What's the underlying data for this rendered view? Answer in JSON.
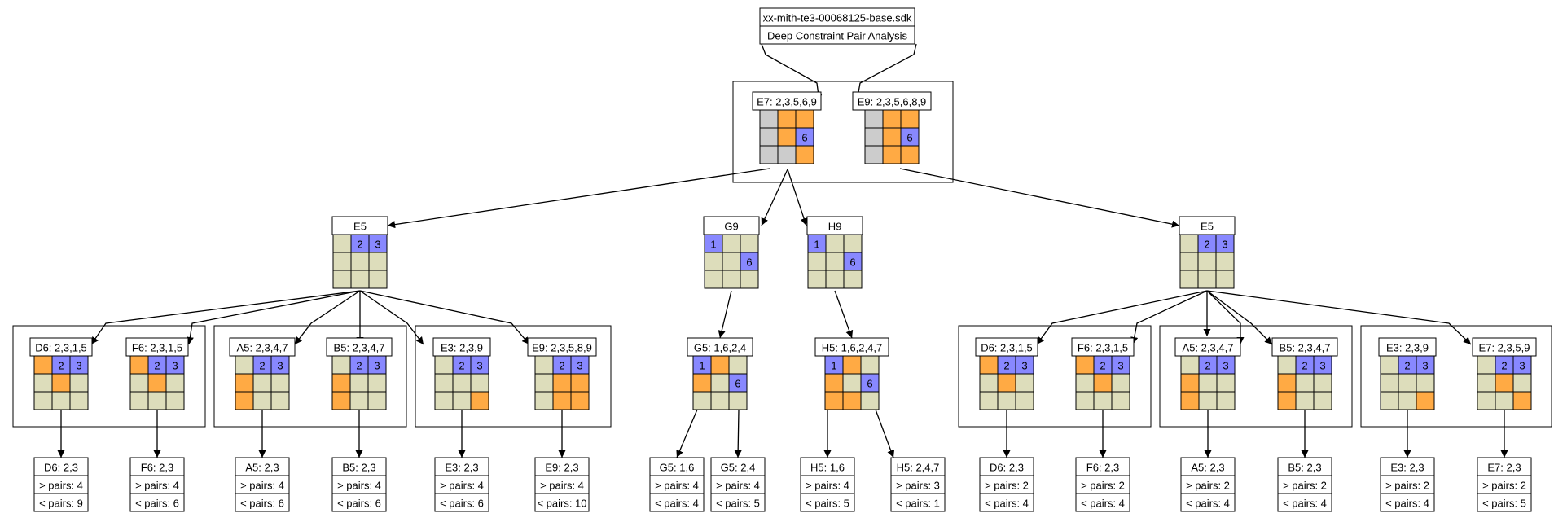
{
  "root": {
    "title": "xx-mith-te3-00068125-base.sdk",
    "subtitle": "Deep Constraint Pair Analysis"
  },
  "colors": {
    "orange": "#ffaa44",
    "blue": "#8888ff",
    "gray": "#cccccc",
    "khaki": "#ddddbb",
    "white": "#ffffff"
  },
  "pair": [
    {
      "label": "E7: 2,3,5,6,9",
      "grid": [
        [
          "g",
          "o",
          "o"
        ],
        [
          "g",
          "o",
          "b:6"
        ],
        [
          "g",
          "g",
          "o"
        ]
      ]
    },
    {
      "label": "E9: 2,3,5,6,8,9",
      "grid": [
        [
          "g",
          "o",
          "o"
        ],
        [
          "g",
          "o",
          "b:6"
        ],
        [
          "g",
          "o",
          "o"
        ]
      ]
    }
  ],
  "level2": [
    {
      "label": "E5",
      "grid": [
        [
          "k",
          "b:2",
          "b:3"
        ],
        [
          "k",
          "k",
          "k"
        ],
        [
          "k",
          "k",
          "k"
        ]
      ]
    },
    {
      "label": "G9",
      "grid": [
        [
          "b:1",
          "k",
          "k"
        ],
        [
          "k",
          "k",
          "b:6"
        ],
        [
          "k",
          "k",
          "k"
        ]
      ]
    },
    {
      "label": "H9",
      "grid": [
        [
          "b:1",
          "k",
          "k"
        ],
        [
          "k",
          "k",
          "b:6"
        ],
        [
          "k",
          "k",
          "k"
        ]
      ]
    },
    {
      "label": "E5",
      "grid": [
        [
          "k",
          "b:2",
          "b:3"
        ],
        [
          "k",
          "k",
          "k"
        ],
        [
          "k",
          "k",
          "k"
        ]
      ]
    }
  ],
  "level3": [
    {
      "label": "D6: 2,3,1,5",
      "grid": [
        [
          "o",
          "b:2",
          "b:3"
        ],
        [
          "k",
          "o",
          "k"
        ],
        [
          "k",
          "k",
          "k"
        ]
      ]
    },
    {
      "label": "F6: 2,3,1,5",
      "grid": [
        [
          "o",
          "b:2",
          "b:3"
        ],
        [
          "k",
          "o",
          "k"
        ],
        [
          "k",
          "k",
          "k"
        ]
      ]
    },
    {
      "label": "A5: 2,3,4,7",
      "grid": [
        [
          "k",
          "b:2",
          "b:3"
        ],
        [
          "o",
          "k",
          "k"
        ],
        [
          "o",
          "k",
          "k"
        ]
      ]
    },
    {
      "label": "B5: 2,3,4,7",
      "grid": [
        [
          "k",
          "b:2",
          "b:3"
        ],
        [
          "o",
          "k",
          "k"
        ],
        [
          "o",
          "k",
          "k"
        ]
      ]
    },
    {
      "label": "E3: 2,3,9",
      "grid": [
        [
          "k",
          "b:2",
          "b:3"
        ],
        [
          "k",
          "k",
          "k"
        ],
        [
          "k",
          "k",
          "o"
        ]
      ]
    },
    {
      "label": "E9: 2,3,5,8,9",
      "grid": [
        [
          "k",
          "b:2",
          "b:3"
        ],
        [
          "k",
          "o",
          "o"
        ],
        [
          "k",
          "o",
          "o"
        ]
      ]
    },
    {
      "label": "G5: 1,6,2,4",
      "grid": [
        [
          "b:1",
          "o",
          "k"
        ],
        [
          "o",
          "k",
          "b:6"
        ],
        [
          "k",
          "k",
          "k"
        ]
      ]
    },
    {
      "label": "H5: 1,6,2,4,7",
      "grid": [
        [
          "b:1",
          "o",
          "k"
        ],
        [
          "o",
          "k",
          "b:6"
        ],
        [
          "o",
          "o",
          "k"
        ]
      ]
    },
    {
      "label": "D6: 2,3,1,5",
      "grid": [
        [
          "o",
          "b:2",
          "b:3"
        ],
        [
          "k",
          "o",
          "k"
        ],
        [
          "k",
          "k",
          "k"
        ]
      ]
    },
    {
      "label": "F6: 2,3,1,5",
      "grid": [
        [
          "o",
          "b:2",
          "b:3"
        ],
        [
          "k",
          "o",
          "k"
        ],
        [
          "k",
          "k",
          "k"
        ]
      ]
    },
    {
      "label": "A5: 2,3,4,7",
      "grid": [
        [
          "k",
          "b:2",
          "b:3"
        ],
        [
          "o",
          "k",
          "k"
        ],
        [
          "o",
          "k",
          "k"
        ]
      ]
    },
    {
      "label": "B5: 2,3,4,7",
      "grid": [
        [
          "k",
          "b:2",
          "b:3"
        ],
        [
          "o",
          "k",
          "k"
        ],
        [
          "o",
          "k",
          "k"
        ]
      ]
    },
    {
      "label": "E3: 2,3,9",
      "grid": [
        [
          "k",
          "b:2",
          "b:3"
        ],
        [
          "k",
          "k",
          "k"
        ],
        [
          "k",
          "k",
          "o"
        ]
      ]
    },
    {
      "label": "E7: 2,3,5,9",
      "grid": [
        [
          "k",
          "b:2",
          "b:3"
        ],
        [
          "k",
          "o",
          "k"
        ],
        [
          "k",
          "k",
          "o"
        ]
      ]
    }
  ],
  "leaves": [
    {
      "label": "D6: 2,3",
      "gt": "> pairs: 4",
      "lt": "< pairs: 9"
    },
    {
      "label": "F6: 2,3",
      "gt": "> pairs: 4",
      "lt": "< pairs: 6"
    },
    {
      "label": "A5: 2,3",
      "gt": "> pairs: 4",
      "lt": "< pairs: 6"
    },
    {
      "label": "B5: 2,3",
      "gt": "> pairs: 4",
      "lt": "< pairs: 6"
    },
    {
      "label": "E3: 2,3",
      "gt": "> pairs: 4",
      "lt": "< pairs: 6"
    },
    {
      "label": "E9: 2,3",
      "gt": "> pairs: 4",
      "lt": "< pairs: 10"
    },
    {
      "label": "G5: 1,6",
      "gt": "> pairs: 4",
      "lt": "< pairs: 4"
    },
    {
      "label": "G5: 2,4",
      "gt": "> pairs: 4",
      "lt": "< pairs: 5"
    },
    {
      "label": "H5: 1,6",
      "gt": "> pairs: 4",
      "lt": "< pairs: 5"
    },
    {
      "label": "H5: 2,4,7",
      "gt": "> pairs: 3",
      "lt": "< pairs: 1"
    },
    {
      "label": "D6: 2,3",
      "gt": "> pairs: 2",
      "lt": "< pairs: 4"
    },
    {
      "label": "F6: 2,3",
      "gt": "> pairs: 2",
      "lt": "< pairs: 4"
    },
    {
      "label": "A5: 2,3",
      "gt": "> pairs: 2",
      "lt": "< pairs: 4"
    },
    {
      "label": "B5: 2,3",
      "gt": "> pairs: 2",
      "lt": "< pairs: 4"
    },
    {
      "label": "E3: 2,3",
      "gt": "> pairs: 2",
      "lt": "< pairs: 4"
    },
    {
      "label": "E7: 2,3",
      "gt": "> pairs: 2",
      "lt": "< pairs: 5"
    }
  ]
}
